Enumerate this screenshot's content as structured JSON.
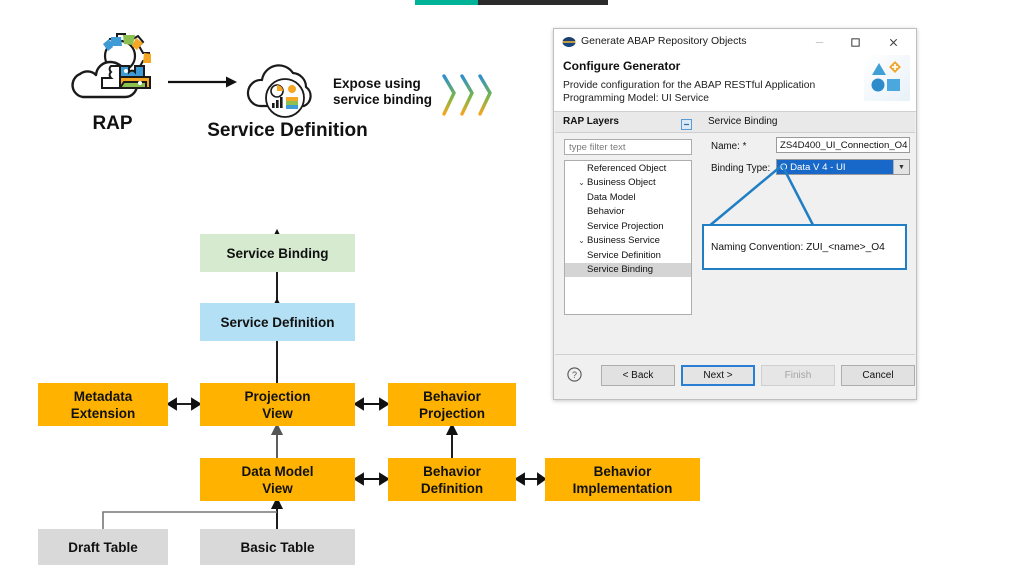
{
  "top_bar": {
    "name": "progress-sliver",
    "fill_color": "#00b398",
    "track_color": "#2b2b2b"
  },
  "illustration": {
    "rap_label": "RAP",
    "service_definition_label": "Service Definition",
    "expose_line1": "Expose using",
    "expose_line2": "service binding",
    "rap_icon": "cloud-gear-puzzle-icon",
    "service_definition_icon": "cloud-analytics-icon",
    "arrow_icon": "right-arrow-icon",
    "chevrons_icon": "triple-chevron-icon"
  },
  "flow": {
    "boxes": [
      {
        "id": "service-binding",
        "label": "Service Binding",
        "color": "green"
      },
      {
        "id": "service-definition",
        "label": "Service Definition",
        "color": "blue"
      },
      {
        "id": "metadata-extension",
        "line1": "Metadata",
        "line2": "Extension",
        "color": "orange"
      },
      {
        "id": "projection-view",
        "line1": "Projection",
        "line2": "View",
        "color": "orange"
      },
      {
        "id": "behavior-projection",
        "line1": "Behavior",
        "line2": "Projection",
        "color": "orange"
      },
      {
        "id": "data-model-view",
        "line1": "Data Model",
        "line2": "View",
        "color": "orange"
      },
      {
        "id": "behavior-definition",
        "line1": "Behavior",
        "line2": "Definition",
        "color": "orange"
      },
      {
        "id": "behavior-implementation",
        "line1": "Behavior",
        "line2": "Implementation",
        "color": "orange"
      },
      {
        "id": "draft-table",
        "label": "Draft Table",
        "color": "gray"
      },
      {
        "id": "basic-table",
        "label": "Basic Table",
        "color": "gray"
      }
    ],
    "colors": {
      "green": "#d6ead0",
      "blue": "#b3e0f5",
      "orange": "#ffb300",
      "gray": "#d9d9d9"
    }
  },
  "dialog": {
    "title": "Generate ABAP Repository Objects",
    "title_icon": "sap-logo-icon",
    "window_buttons": {
      "minimize": "—",
      "maximize": "□",
      "close": "✕"
    },
    "header": {
      "heading": "Configure Generator",
      "description": "Provide configuration for the ABAP RESTful Application Programming Model: UI Service",
      "icon": "wizard-shapes-icon"
    },
    "left_pane": {
      "title": "RAP Layers",
      "collapse_icon": "collapse-all-icon",
      "filter_placeholder": "type filter text",
      "tree": [
        {
          "label": "Referenced Object",
          "indent": 0,
          "twisty": "",
          "selected": false
        },
        {
          "label": "Business Object",
          "indent": 0,
          "twisty": "⌄",
          "selected": false
        },
        {
          "label": "Data Model",
          "indent": 1,
          "twisty": "",
          "selected": false
        },
        {
          "label": "Behavior",
          "indent": 1,
          "twisty": "",
          "selected": false
        },
        {
          "label": "Service Projection",
          "indent": 0,
          "twisty": "",
          "selected": false
        },
        {
          "label": "Business Service",
          "indent": 0,
          "twisty": "⌄",
          "selected": false
        },
        {
          "label": "Service Definition",
          "indent": 1,
          "twisty": "",
          "selected": false
        },
        {
          "label": "Service Binding",
          "indent": 1,
          "twisty": "",
          "selected": true
        }
      ]
    },
    "right_pane": {
      "title": "Service Binding",
      "name_label": "Name: *",
      "name_value": "ZS4D400_UI_Connection_O4",
      "binding_label": "Binding Type:",
      "binding_value": "O Data  V 4 -  UI",
      "dropdown_icon": "chevron-down-icon",
      "selection_color": "#1768c8"
    },
    "callout": {
      "text": "Naming Convention: ZUI_<name>_O4",
      "border_color": "#1f7ec4"
    },
    "footer": {
      "help_icon": "help-icon",
      "back": "< Back",
      "next": "Next >",
      "finish": "Finish",
      "cancel": "Cancel"
    }
  }
}
